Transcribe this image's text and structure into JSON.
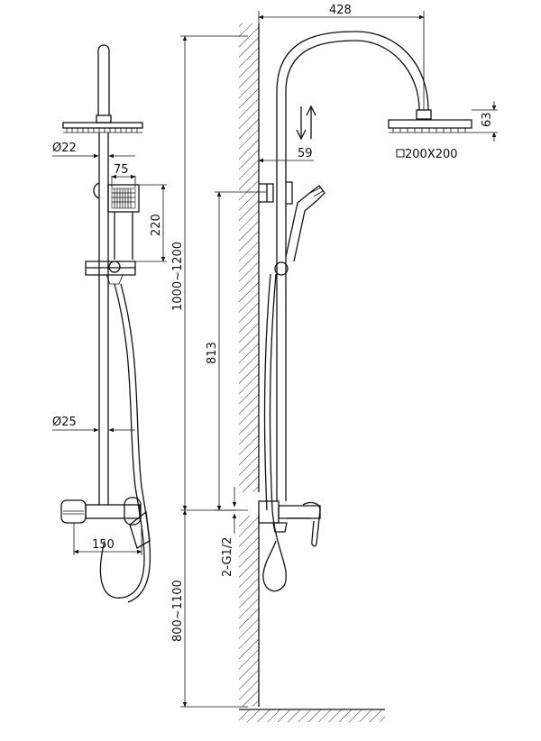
{
  "dimensions": {
    "arm_reach": "428",
    "head_height": "63",
    "head_size": "200X200",
    "wall_offset": "59",
    "holder_width": "75",
    "holder_height": "220",
    "riser_diameter_top": "Ø22",
    "riser_diameter_bottom": "Ø25",
    "mixer_spacing": "150",
    "holder_to_mixer": "813",
    "riser_height_range": "1000~1200",
    "mixer_height_range": "800~1100",
    "inlet_thread": "2-G1/2"
  },
  "colors": {
    "line": "#111111",
    "background": "#ffffff"
  },
  "icons": [
    "flow-arrows-icon",
    "square-symbol-icon"
  ]
}
